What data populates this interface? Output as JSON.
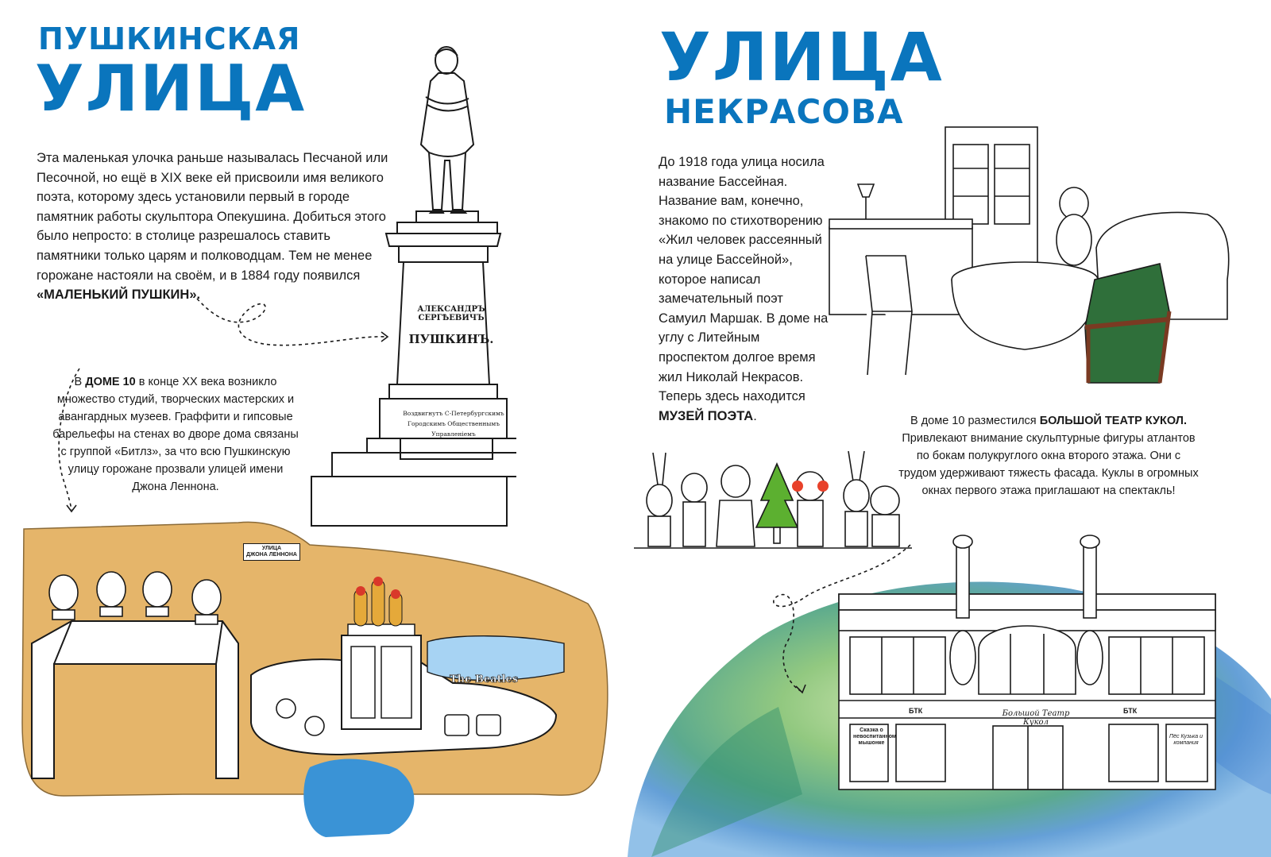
{
  "left": {
    "title_line1": "ПУШКИНСКАЯ",
    "title_line2": "УЛИЦА",
    "intro": "Эта маленькая улочка раньше называлась Песчаной или Песочной, но ещё в XIX веке ей присвоили имя великого поэта, которому здесь установили первый в городе памятник работы скульптора Опекушина. Добиться этого было непросто: в столице разрешалось ставить памятники только царям и полководцам. Тем не менее горожане настояли на своём, и в 1884 году появился",
    "intro_bold": "«МАЛЕНЬКИЙ ПУШКИН».",
    "house_prefix": "В",
    "house_bold": "ДОМЕ 10",
    "house_text": "в конце XX века возникло множество студий, творческих мастерских и авангардных музеев. Граффити и гипсовые барельефы на стенах во дворе дома связаны с группой «Битлз», за что всю Пушкинскую улицу горожане прозвали улицей имени Джона Леннона.",
    "pedestal_name_1": "АЛЕКСАНДРЪ СЕРГѢЕВИЧЪ",
    "pedestal_name_2": "ПУШКИНЪ.",
    "pedestal_plaque_1": "Воздвигнутъ С-Петербургскимъ",
    "pedestal_plaque_2": "Городскимъ Общественнымъ Управленіемъ",
    "street_sign_1": "УЛИЦА",
    "street_sign_2": "ДЖОНА ЛЕННОНА",
    "submarine_banner": "The Beatles"
  },
  "right": {
    "title_line1": "УЛИЦА",
    "title_line2": "НЕКРАСОВА",
    "intro": "До 1918 года улица носила название Бассейная. Название вам, конечно, знакомо по стихотворению «Жил человек рассеянный на улице Бассейной», которое написал замечательный поэт Самуил Маршак. В доме на углу с Литейным проспектом долгое время жил Николай Некрасов. Теперь здесь находится",
    "intro_bold": "МУЗЕЙ ПОЭТА",
    "intro_end": ".",
    "theatre_prefix": "В доме 10 разместился",
    "theatre_bold": "БОЛЬШОЙ ТЕАТР КУКОЛ.",
    "theatre_text": "Привлекают внимание скульптурные фигуры атлантов по бокам полукруглого окна второго этажа. Они с трудом удерживают тяжесть фасада. Куклы в огромных окнах первого этажа приглашают на спектакль!",
    "theatre_sign": "Большой Театр Кукол",
    "theatre_logo": "БТК",
    "poster_left": "Сказка о невоспитанном мышонке",
    "poster_right": "Пёс Кузька и компания"
  },
  "colors": {
    "title_blue": "#0a75bd",
    "wall_ochre": "#e5b56a",
    "water_blue": "#3a93d6",
    "puppet_green": "#5cb030",
    "puppet_red": "#e8412a",
    "chair_green": "#2f6f3a",
    "chair_brown": "#7a3a22"
  },
  "icons": [
    "dashed-arrow-icon",
    "bust-relief-icon"
  ]
}
